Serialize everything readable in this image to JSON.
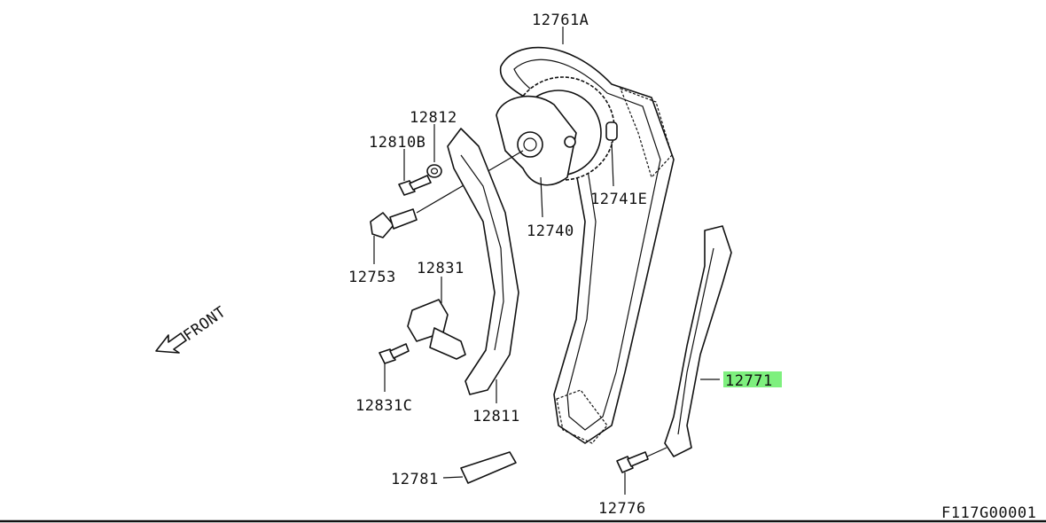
{
  "diagram": {
    "title_code": "F117G00001",
    "highlight_color": "#7ef07e",
    "direction_label": "FRONT",
    "parts": [
      {
        "id": "12761A",
        "name": "timing-chain"
      },
      {
        "id": "12812",
        "name": "washer"
      },
      {
        "id": "12810B",
        "name": "bolt"
      },
      {
        "id": "12741E",
        "name": "dowel-pin"
      },
      {
        "id": "12740",
        "name": "camshaft-sprocket"
      },
      {
        "id": "12753",
        "name": "sprocket-bolt"
      },
      {
        "id": "12831",
        "name": "chain-tensioner"
      },
      {
        "id": "12771",
        "name": "chain-guide",
        "highlighted": true
      },
      {
        "id": "12831C",
        "name": "tensioner-bolt"
      },
      {
        "id": "12811",
        "name": "tensioner-guide"
      },
      {
        "id": "12781",
        "name": "crank-sprocket-key"
      },
      {
        "id": "12776",
        "name": "guide-bolt"
      }
    ]
  }
}
